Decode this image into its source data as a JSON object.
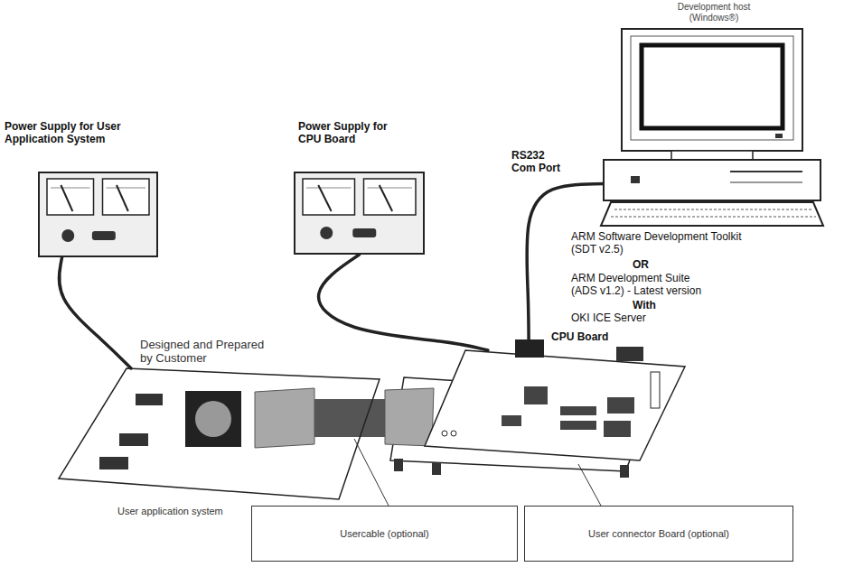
{
  "diagram": {
    "nodes": [
      {
        "text": [
          "Power Supply for User Application System"
        ]
      },
      {
        "text": [
          "Power Supply for CPU Board"
        ]
      },
      {
        "text": [
          "Development host (Windows®)"
        ]
      },
      {
        "text": [
          "Designed and Prepared by Customer",
          "User application system"
        ]
      },
      {
        "text": [
          "CPU Board"
        ]
      },
      {
        "text": [
          "Usercable (optional)"
        ]
      },
      {
        "text": [
          "User connector Board (optional)"
        ]
      }
    ],
    "edges": [
      {
        "from": 0,
        "to": 3,
        "arrow": "none"
      },
      {
        "from": 1,
        "to": 4,
        "arrow": "none"
      },
      {
        "from": 2,
        "to": 4,
        "label": "RS232 Com Port",
        "arrow": "none"
      }
    ],
    "labels": [
      "ARM Software Development Toolkit (SDT v2.5)",
      "OR",
      "ARM Development Suite (ADS v1.2) - Latest version",
      "With",
      "OKI ICE Server"
    ]
  }
}
